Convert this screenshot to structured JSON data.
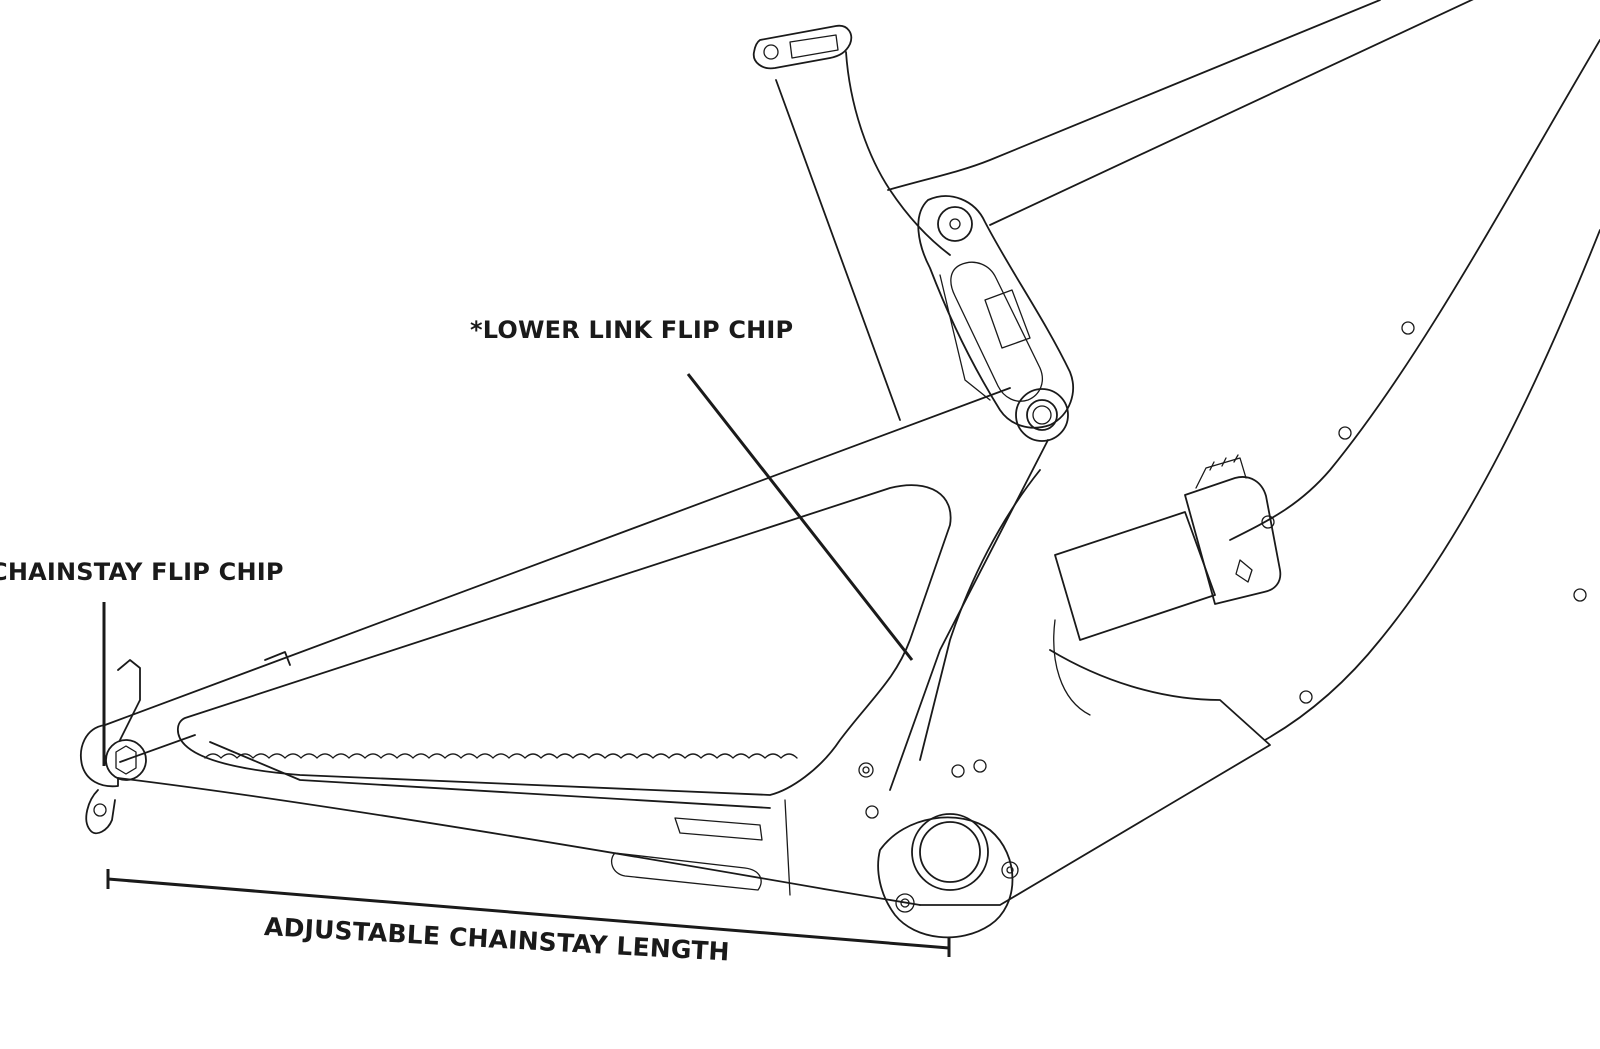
{
  "labels": {
    "lower_link_flip_chip": "*LOWER LINK FLIP CHIP",
    "chainstay_flip_chip": "CHAINSTAY FLIP CHIP",
    "adjustable_chainstay_length": "ADJUSTABLE CHAINSTAY LENGTH"
  },
  "colors": {
    "line": "#1a1a1a",
    "background": "#ffffff"
  }
}
